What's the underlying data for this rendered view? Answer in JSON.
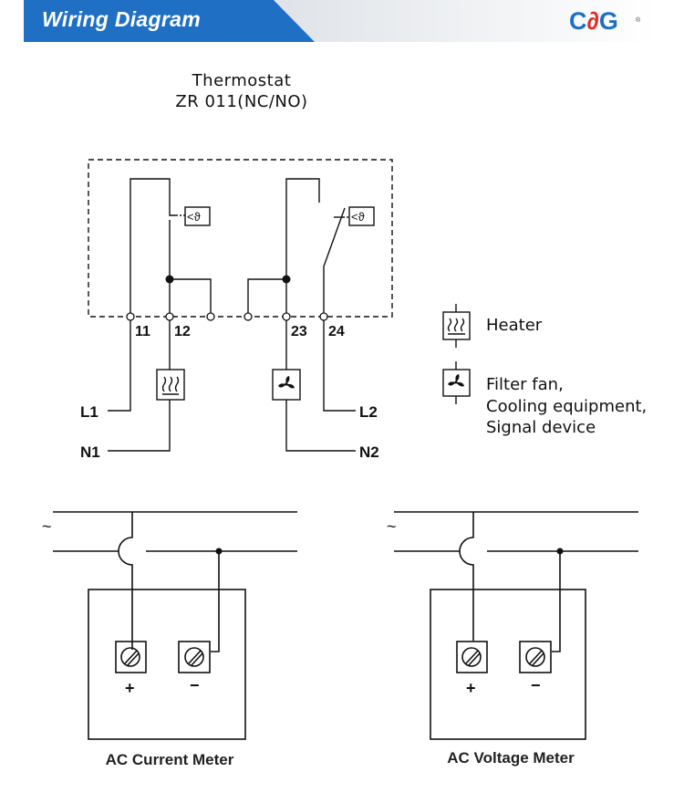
{
  "header": {
    "banner_title": "Wiring Diagram",
    "banner_color": "#1f6fc5",
    "logo": {
      "part1": "C",
      "part2": "∂",
      "part3": "G",
      "registered": "®"
    }
  },
  "thermostat": {
    "title_line1": "Thermostat",
    "title_line2": "ZR  011(NC/NO)",
    "sensor_symbol": "<ϑ",
    "terminals": [
      "11",
      "12",
      "23",
      "24"
    ],
    "lines": {
      "l1": "L1",
      "n1": "N1",
      "l2": "L2",
      "n2": "N2"
    }
  },
  "legend": {
    "heater_label": "Heater",
    "fan_label_lines": [
      "Filter fan,",
      "Cooling equipment,",
      "Signal device"
    ]
  },
  "meters": [
    {
      "title": "AC Current Meter",
      "plus": "+",
      "minus": "−",
      "ac_symbol": "~"
    },
    {
      "title": "AC Voltage Meter",
      "plus": "+",
      "minus": "−",
      "ac_symbol": "~"
    }
  ]
}
